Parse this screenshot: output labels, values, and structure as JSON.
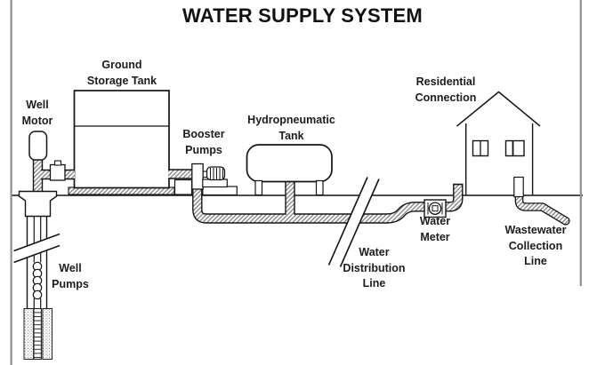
{
  "title": "WATER SUPPLY SYSTEM",
  "labels": {
    "well_motor": "Well\nMotor",
    "ground_storage_tank": "Ground\nStorage Tank",
    "booster_pumps": "Booster\nPumps",
    "hydropneumatic_tank": "Hydropneumatic\nTank",
    "residential_connection": "Residential\nConnection",
    "water_meter": "Water\nMeter",
    "water_distribution_line": "Water\nDistribution\nLine",
    "wastewater_collection_line": "Wastewater\nCollection\nLine",
    "well_pumps": "Well\nPumps"
  },
  "colors": {
    "line": "#141414",
    "text": "#1c1c1c",
    "hatch_fill": "#6b6b6b",
    "frame_border": "#909090",
    "background": "#ffffff"
  }
}
